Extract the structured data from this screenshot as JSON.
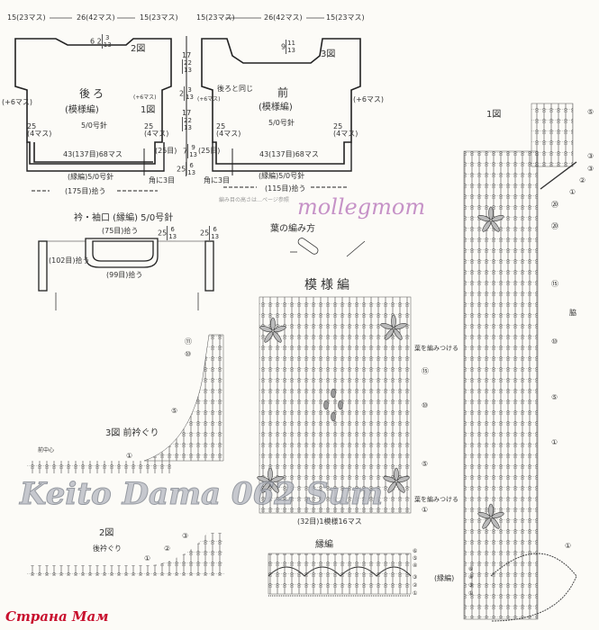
{
  "top_dims": {
    "left": "15(23マス)",
    "center": "26(42マス)",
    "right": "15(23マス)"
  },
  "back": {
    "title": "後ろ",
    "pattern": "(模様編)",
    "needle": "5/0号針",
    "fig_neck": "2図",
    "fig_side": "1図",
    "neck_drop": "6",
    "neck_frac": {
      "a": "2",
      "top": "3",
      "bottom": "13"
    },
    "inc_left": "(+6マス)",
    "cuff_left": "25",
    "cuff_left_sts": "(4マス)",
    "cuff_right": "25",
    "cuff_right_sts": "(4マス)",
    "width": "43(137目)68マス",
    "side_sts": "(25目)",
    "border": "(縁編)5/0号針",
    "corner": "角に3目",
    "pickup": "(175目)拾う"
  },
  "center_dims": {
    "d1": "17",
    "d1_top": "22",
    "d1_bot": "13",
    "d2": "2",
    "d2_top": "3",
    "d2_bot": "13",
    "inc_l": "(+6マス)",
    "inc_r": "(+6マス)",
    "d3": "17",
    "d3_top": "22",
    "d3_bot": "13",
    "d4": "7",
    "d4_top": "9",
    "d4_bot": "13",
    "d5": "25",
    "d5_top": "6",
    "d5_bot": "13"
  },
  "front": {
    "title": "前",
    "pattern": "(模様編)",
    "needle": "5/0号針",
    "fig_neck": "3図",
    "neck_drop": "9",
    "neck_top": "11",
    "neck_bot": "13",
    "same_as_back": "後ろと同じ",
    "inc_right": "(+6マス)",
    "cuff_left": "25",
    "cuff_left_sts": "(4マス)",
    "cuff_right": "25",
    "cuff_right_sts": "(4マス)",
    "side_sts": "(25目)",
    "width": "43(137目)68マス",
    "corner": "角に3目",
    "border": "(縁編)5/0号針",
    "pickup": "(115目)拾う",
    "note": "編み目の高さは…ページ参照"
  },
  "collar": {
    "title": "衿・袖口 (縁編) 5/0号針",
    "top_pickup": "(75目)拾う",
    "depth": "25",
    "depth_top": "6",
    "depth_bot": "13",
    "sleeve_depth": "25",
    "sleeve_top": "6",
    "sleeve_bot": "13",
    "sleeve_pickup": "(102目)拾う",
    "bottom_pickup": "(99目)拾う"
  },
  "leaf": {
    "title": "葉の編み方"
  },
  "pattern_chart": {
    "title": "模様編",
    "attach_top": "葉を編みつける",
    "attach_bottom": "葉を編みつける",
    "rows": [
      "⑮",
      "⑩",
      "⑤",
      "①"
    ],
    "repeat": "(32目)1模様16マス"
  },
  "fig1": {
    "title": "1図",
    "side": "脇",
    "rows": [
      "⑤",
      "③",
      "③",
      "②",
      "①",
      "⑳",
      "⑳",
      "⑮",
      "⑩",
      "⑤",
      "①"
    ]
  },
  "fig3": {
    "title": "3図 前衿ぐり",
    "center": "前中心",
    "rows": [
      "⑪",
      "⑩",
      "⑤",
      "①"
    ]
  },
  "fig2": {
    "title": "2図",
    "subtitle": "後衿ぐり",
    "rows": [
      "③",
      "②",
      "①"
    ]
  },
  "border_chart": {
    "title": "縁編",
    "rows": [
      "⑥",
      "⑤",
      "④",
      "③",
      "②",
      "①"
    ]
  },
  "corner_chart": {
    "label": "(縁編)",
    "rows": [
      "⑥",
      "④",
      "③",
      "①"
    ],
    "outer_row": "①"
  },
  "watermarks": {
    "keito": "Keito Dama 062 Sum",
    "site": "Страна Мам",
    "user": "mollegmom"
  }
}
